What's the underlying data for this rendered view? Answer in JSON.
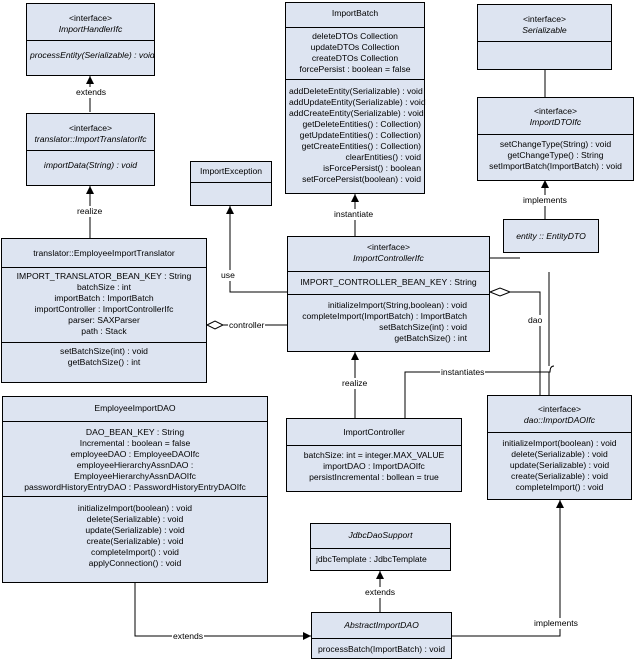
{
  "stereotype": "<interface>",
  "classes": {
    "handler": {
      "name": "ImportHandlerIfc",
      "operations": [
        "processEntity(Serializable) : void"
      ]
    },
    "translator": {
      "name": "translator::ImportTranslatorIfc",
      "operations": [
        "importData(String) : void"
      ]
    },
    "batch": {
      "name": "ImportBatch",
      "attributes": [
        "deleteDTOs Collection",
        "updateDTOs Collection",
        "createDTOs Collection",
        "forcePersist : boolean = false"
      ],
      "operations": [
        "addDeleteEntity(Serializable) : void",
        "addUpdateEntity(Serializable) : void",
        "addCreateEntity(Serializable) : void",
        "getDeleteEntities() : Collection)",
        "getUpdateEntities() : Collection)",
        "getCreateEntities() : Collection)",
        "clearEntities() : void",
        "isForcePersist() : boolean",
        "setForcePersist(boolean) : void"
      ]
    },
    "serializable": {
      "name": "Serializable"
    },
    "dto_ifc": {
      "name": "ImportDTOIfc",
      "operations": [
        "setChangeType(String) : void",
        "getChangeType() : String",
        "setImportBatch(ImportBatch) : void"
      ]
    },
    "exception": {
      "name": "ImportException"
    },
    "entity": {
      "name": "entity :: EntityDTO"
    },
    "emp_translator": {
      "name": "translator::EmployeeImportTranslator",
      "attributes": [
        "IMPORT_TRANSLATOR_BEAN_KEY : String",
        "batchSize : int",
        "importBatch : ImportBatch",
        "importController : ImportControllerIfc",
        "parser: SAXParser",
        "path : Stack"
      ],
      "operations": [
        "setBatchSize(int) : void",
        "getBatchSize() : int"
      ]
    },
    "controller_ifc": {
      "name": "ImportControllerIfc",
      "attributes": [
        "IMPORT_CONTROLLER_BEAN_KEY : String"
      ],
      "operations": [
        "initializeImport(String,boolean) : void",
        "completeImport(ImportBatch) : ImportBatch",
        "setBatchSize(int) : void",
        "getBatchSize() : int"
      ]
    },
    "emp_dao": {
      "name": "EmployeeImportDAO",
      "attributes": [
        "DAO_BEAN_KEY : String",
        "Incremental : boolean = false",
        "employeeDAO : EmployeeDAOIfc",
        "employeeHierarchyAssnDAO :",
        "EmployeeHierarchyAssnDAOIfc",
        "passwordHistoryEntryDAO : PasswordHistoryEntryDAOIfc"
      ],
      "operations": [
        "initializeImport(boolean) : void",
        "delete(Serializable) : void",
        "update(Serializable) : void",
        "create(Serializable) : void",
        "completeImport() : void",
        "applyConnection() : void"
      ]
    },
    "controller": {
      "name": "ImportController",
      "attributes": [
        "batchSize: int = integer.MAX_VALUE",
        "importDAO : ImportDAOIfc",
        "persistIncremental : bollean = true"
      ]
    },
    "dao_ifc": {
      "name": "dao::ImportDAOIfc",
      "operations": [
        "initializeImport(boolean) : void",
        "delete(Serializable) : void",
        "update(Serializable) : void",
        "create(Serializable) : void",
        "completeImport() : void"
      ]
    },
    "jdbc": {
      "name": "JdbcDaoSupport",
      "attributes": [
        "jdbcTemplate : JdbcTemplate"
      ]
    },
    "abstract_dao": {
      "name": "AbstractImportDAO",
      "operations": [
        "processBatch(ImportBatch) : void"
      ]
    }
  },
  "edge_labels": {
    "extends_translator": "extends",
    "realize_translator": "realize",
    "instantiate_batch": "instantiate",
    "implements_dto": "implements",
    "use_exception": "use",
    "controller_assoc": "controller",
    "dao_assoc": "dao",
    "instantiates_dao": "instantiates",
    "realize_controller": "realize",
    "extends_jdbc": "extends",
    "extends_abstract": "extends",
    "implements_dao": "implements"
  },
  "colors": {
    "class_fill": "#dde4f1",
    "line": "#000000",
    "background": "#ffffff"
  }
}
